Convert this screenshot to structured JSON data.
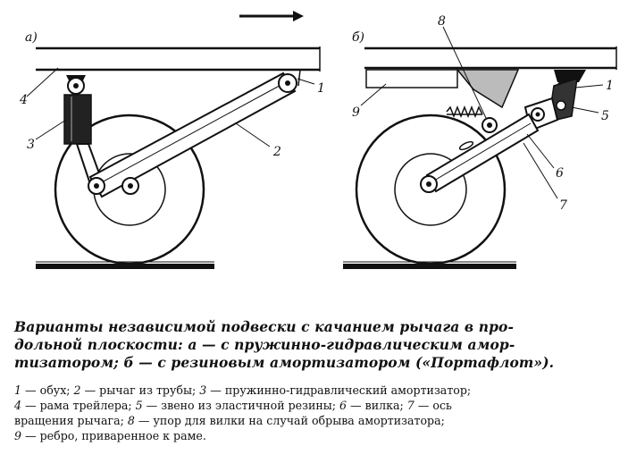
{
  "figure": {
    "panel_a_label": "а)",
    "panel_b_label": "б)",
    "labels_a": {
      "n1": "1",
      "n2": "2",
      "n3": "3",
      "n4": "4"
    },
    "labels_b": {
      "n1": "1",
      "n5": "5",
      "n6": "6",
      "n7": "7",
      "n8": "8",
      "n9": "9"
    }
  },
  "caption": {
    "line1": "Варианты независимой подвески с качанием рычага в про-",
    "line2": "дольной плоскости: а — с пружинно-гидравлическим амор-",
    "line3": "тизатором; б — с резиновым амортизатором («Портафлот»)."
  },
  "legend": {
    "l1_a": "1",
    "l1_b": " — обух; ",
    "l1_c": "2",
    "l1_d": " — рычаг из трубы; ",
    "l1_e": "3",
    "l1_f": " — пружинно-гидравлический амортизатор;",
    "l2_a": "4",
    "l2_b": " — рама трейлера; ",
    "l2_c": "5",
    "l2_d": " — звено из эластичной резины; ",
    "l2_e": "6",
    "l2_f": " — вилка; ",
    "l2_g": "7",
    "l2_h": " — ось",
    "l3_a": "вращения рычага; ",
    "l3_b": "8",
    "l3_c": " — упор для вилки на случай обрыва амортизатора;",
    "l4_a": "9",
    "l4_b": " — ребро, приваренное к раме."
  }
}
